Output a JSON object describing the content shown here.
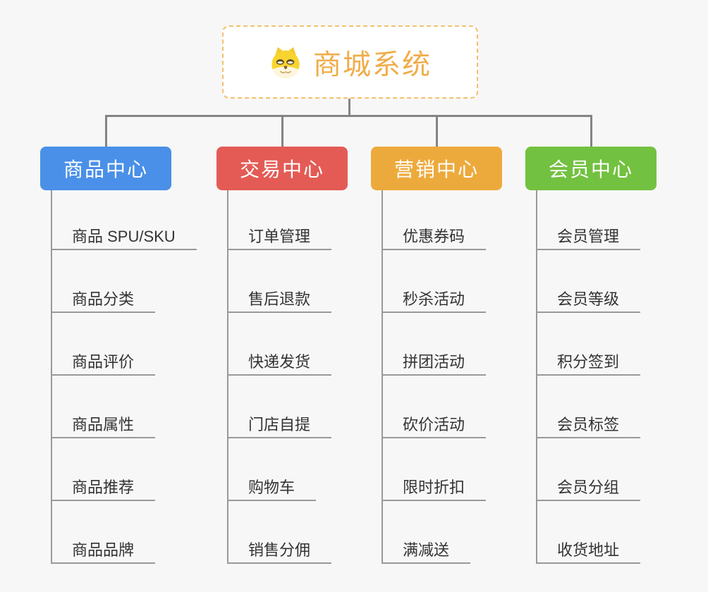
{
  "page": {
    "background_color": "#f7f7f7"
  },
  "root": {
    "title": "商城系统",
    "icon": "doge-face-icon",
    "border_color": "#f3c06e",
    "text_color": "#f0ad4a"
  },
  "connector": {
    "color": "#848484",
    "leaf_line_color": "#999999",
    "leaf_text_color": "#333333"
  },
  "branches": [
    {
      "label": "商品中心",
      "color": "#4a90e8",
      "items": [
        "商品 SPU/SKU",
        "商品分类",
        "商品评价",
        "商品属性",
        "商品推荐",
        "商品品牌"
      ]
    },
    {
      "label": "交易中心",
      "color": "#e45b55",
      "items": [
        "订单管理",
        "售后退款",
        "快递发货",
        "门店自提",
        "购物车",
        "销售分佣"
      ]
    },
    {
      "label": "营销中心",
      "color": "#edaa3c",
      "items": [
        "优惠券码",
        "秒杀活动",
        "拼团活动",
        "砍价活动",
        "限时折扣",
        "满减送"
      ]
    },
    {
      "label": "会员中心",
      "color": "#73c140",
      "items": [
        "会员管理",
        "会员等级",
        "积分签到",
        "会员标签",
        "会员分组",
        "收货地址"
      ]
    }
  ]
}
